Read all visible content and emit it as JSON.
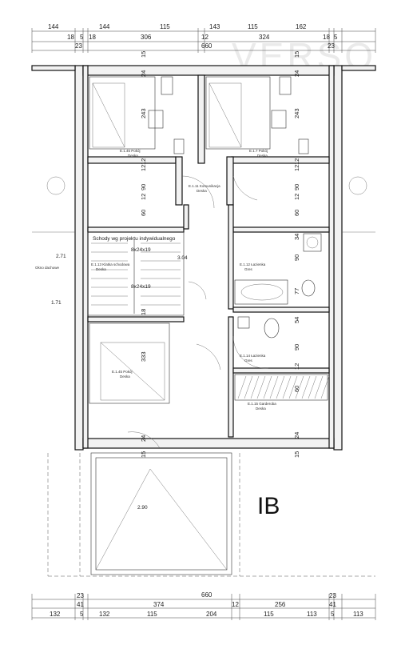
{
  "watermark": "VERSO",
  "unit_label": "IB",
  "top_dims_row1": [
    "144",
    "144",
    "115",
    "143",
    "115",
    "162"
  ],
  "top_dims_row2": [
    "18",
    "5",
    "18",
    "306",
    "12",
    "324",
    "18",
    "5"
  ],
  "top_dims_row3": [
    "23",
    "660",
    "23"
  ],
  "bottom_dims_row1": [
    "23",
    "23"
  ],
  "bottom_dims_row2": [
    "41",
    "374",
    "660",
    "12",
    "256",
    "41"
  ],
  "bottom_dims_row3": [
    "132",
    "5",
    "132",
    "115",
    "204",
    "115",
    "113",
    "5",
    "113"
  ],
  "left_vert_dims": [
    "15",
    "24",
    "243",
    "12",
    "12",
    "90",
    "12",
    "60",
    "18",
    "333",
    "24",
    "15"
  ],
  "right_vert_dims": [
    "15",
    "24",
    "243",
    "12",
    "12",
    "90",
    "12",
    "60",
    "34",
    "90",
    "77",
    "54",
    "90",
    "12",
    "60",
    "24",
    "15"
  ],
  "room_labels": [
    {
      "id": "room-5",
      "text": "E.1.45 Pokój"
    },
    {
      "id": "room-7",
      "text": "E.1.7 Pokój"
    },
    {
      "id": "komunikacja",
      "text": "E.1.11 Komunikacja"
    },
    {
      "id": "klatka",
      "text": "E.1.13 Klatka schodowa"
    },
    {
      "id": "lazienka",
      "text": "E.1.12 Łazienka"
    },
    {
      "id": "room-6",
      "text": "E.1.45 Pokój"
    },
    {
      "id": "lazienka-2",
      "text": "E.1.14 Łazienka"
    },
    {
      "id": "garderoba",
      "text": "E.1.15 Garderoba"
    }
  ],
  "floor_finishes": [
    "Deska",
    "Deska",
    "Deska",
    "Deska",
    "Gres",
    "Deska",
    "Gres",
    "Deska"
  ],
  "stair_note": "Schody wg projektu indywidualnego",
  "stair_spec": [
    "8x24x19",
    "8x24x19"
  ],
  "levels": [
    "3.04",
    "2.71",
    "1.71",
    "2.90"
  ],
  "skylight_note": "Okno dachowe"
}
